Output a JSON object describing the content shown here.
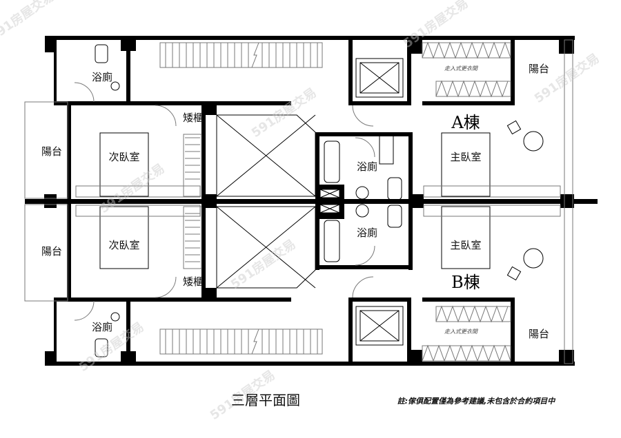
{
  "plan": {
    "title": "三層平面圖",
    "note": "註:傢俱配置僅為參考建議,未包含於合約項目中",
    "watermark": "591房屋交易",
    "unit_a": {
      "name": "A棟",
      "bath_left": "浴廁",
      "balcony_left": "陽台",
      "second_bedroom": "次臥室",
      "cabinet": "矮櫃",
      "bath_center": "浴廁",
      "master_bedroom": "主臥室",
      "walk_in_closet": "走入式更衣間",
      "balcony_right": "陽台"
    },
    "unit_b": {
      "name": "B棟",
      "bath_left": "浴廁",
      "balcony_left": "陽台",
      "second_bedroom": "次臥室",
      "cabinet": "矮櫃",
      "bath_center": "浴廁",
      "master_bedroom": "主臥室",
      "walk_in_closet": "走入式更衣間",
      "balcony_right": "陽台"
    }
  }
}
